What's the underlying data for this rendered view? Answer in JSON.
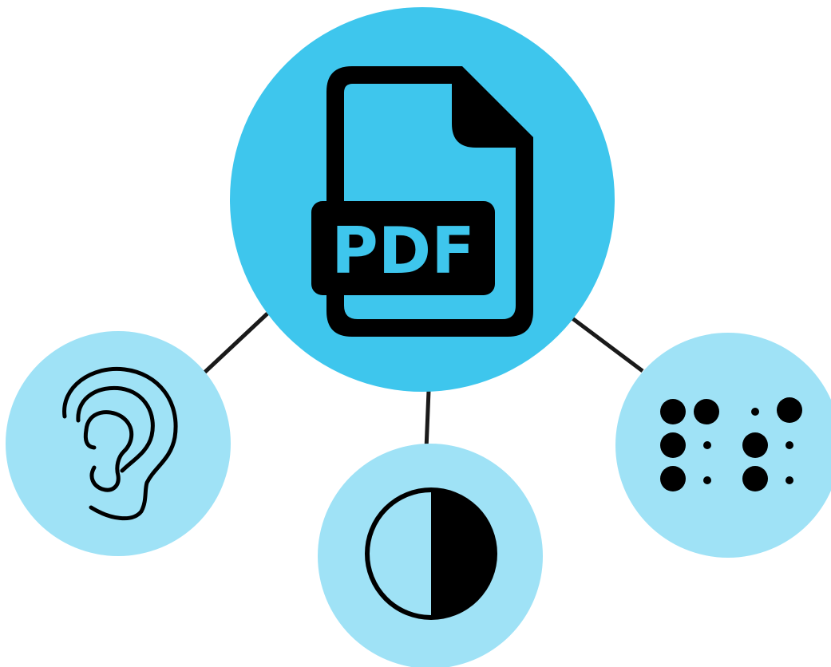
{
  "main_node": {
    "label": "PDF",
    "icon": "pdf-file-icon"
  },
  "satellite_nodes": [
    {
      "icon": "ear-icon",
      "meaning": "hearing"
    },
    {
      "icon": "contrast-icon",
      "meaning": "contrast"
    },
    {
      "icon": "braille-icon",
      "meaning": "braille"
    }
  ],
  "colors": {
    "main_circle": "#3ec6ed",
    "satellite_circle": "#9fe2f6",
    "icon": "#000000",
    "connector": "#1a1a1a",
    "pdf_text": "#3ec6ed"
  }
}
